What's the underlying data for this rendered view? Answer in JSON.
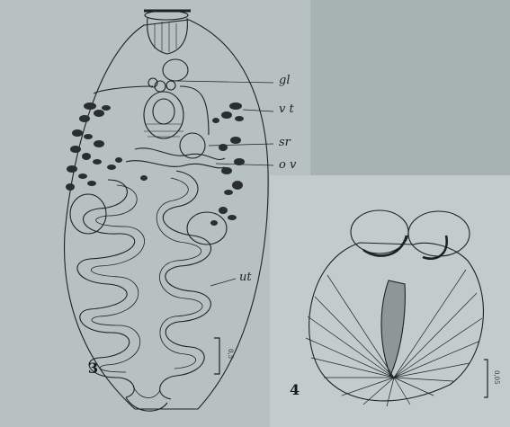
{
  "labels": {
    "gl": "gl",
    "vt": "v t",
    "sr": "sr",
    "ov": "o v",
    "ut": "ut"
  },
  "figures": {
    "fig3": "3",
    "fig4": "4"
  },
  "scale_bars": {
    "fig3": "0,5",
    "fig4": "0,05"
  },
  "colors": {
    "background": "#a9b5b4",
    "paper": "#c4cfce",
    "ink": "#1e2222",
    "vitellaria": "#2a2e2e"
  }
}
